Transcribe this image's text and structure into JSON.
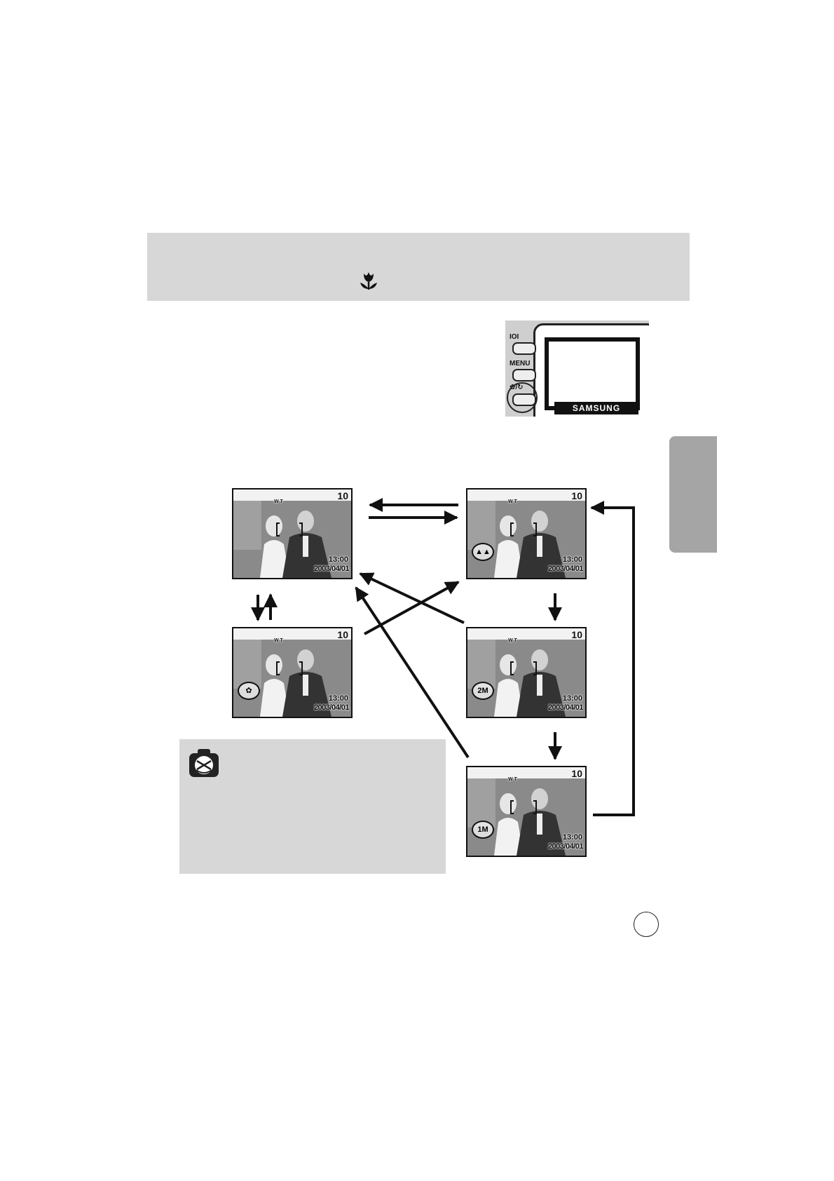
{
  "header": {
    "icon": "macro-flower-icon"
  },
  "camera_back": {
    "brand": "SAMSUNG",
    "buttons": [
      {
        "label": "IOI"
      },
      {
        "label": "MENU"
      },
      {
        "label": "✿/↻"
      }
    ]
  },
  "screens": [
    {
      "id": "normal",
      "count": "10",
      "time": "13:00",
      "date": "2003/04/01",
      "zoom": "W    T",
      "mode_label": ""
    },
    {
      "id": "landscape",
      "count": "10",
      "time": "13:00",
      "date": "2003/04/01",
      "zoom": "W    T",
      "mode_label": "▲▲"
    },
    {
      "id": "macro",
      "count": "10",
      "time": "13:00",
      "date": "2003/04/01",
      "zoom": "W    T",
      "mode_label": "✿"
    },
    {
      "id": "2m",
      "count": "10",
      "time": "13:00",
      "date": "2003/04/01",
      "zoom": "W    T",
      "mode_label": "2M"
    },
    {
      "id": "1m",
      "count": "10",
      "time": "13:00",
      "date": "2003/04/01",
      "zoom": "W    T",
      "mode_label": "1M"
    }
  ],
  "note": {
    "icon": "caution-camera-icon"
  },
  "colors": {
    "band": "#d7d7d7",
    "tab": "#a5a5a5",
    "ink": "#111111"
  }
}
